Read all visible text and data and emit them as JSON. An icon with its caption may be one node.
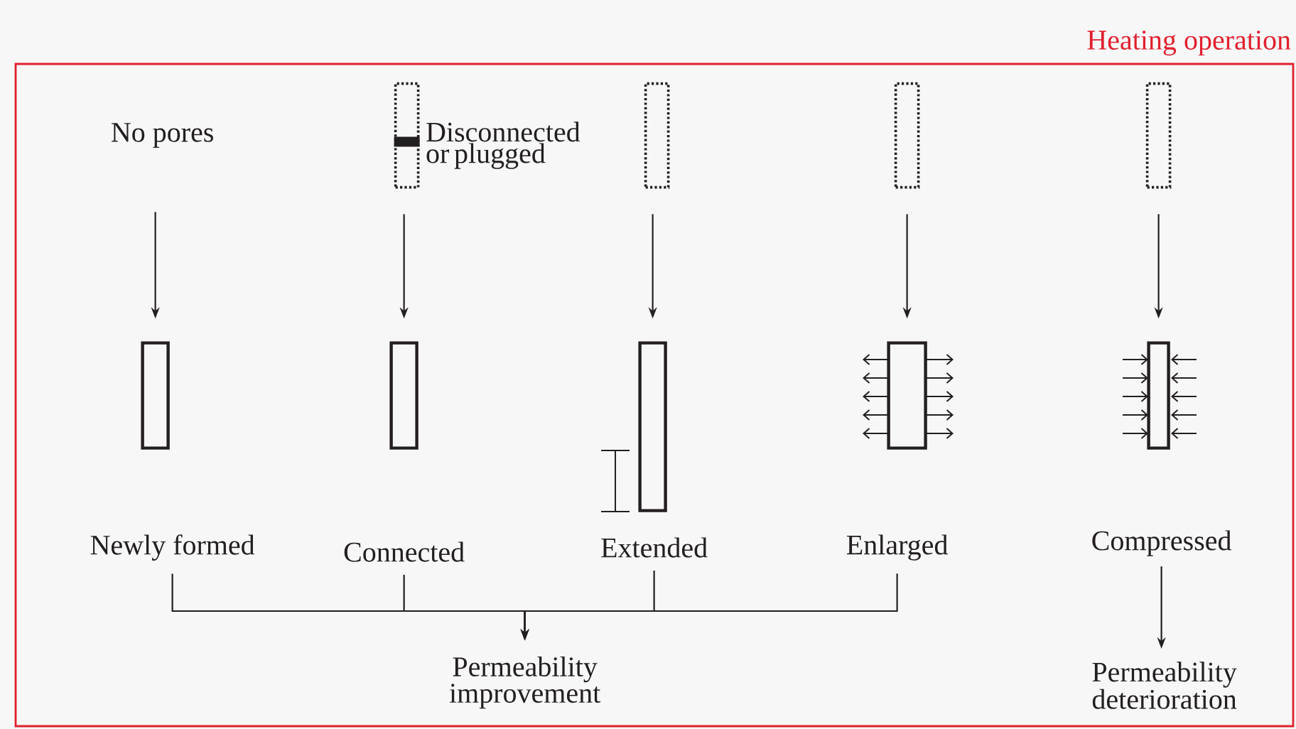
{
  "diagram": {
    "nodes": [
      {
        "text": [
          "Heating operation"
        ]
      },
      {
        "text": [
          "No pores"
        ],
        "in": 0
      },
      {
        "text": [],
        "shape": "box",
        "in": 0,
        "beside": [
          "Disconnected or plugged"
        ]
      },
      {
        "text": [],
        "shape": "box",
        "in": 0
      },
      {
        "text": [],
        "shape": "box",
        "in": 0
      },
      {
        "text": [],
        "shape": "box",
        "in": 0
      },
      {
        "text": [],
        "shape": "box",
        "in": 0
      },
      {
        "text": [],
        "shape": "box",
        "in": 0
      },
      {
        "text": [],
        "shape": "box",
        "in": 0
      },
      {
        "text": [],
        "shape": "box",
        "in": 0
      },
      {
        "text": [],
        "shape": "box",
        "in": 0
      },
      {
        "text": [
          "Newly formed"
        ],
        "in": 0
      },
      {
        "text": [
          "Connected"
        ],
        "in": 0
      },
      {
        "text": [
          "Extended"
        ],
        "in": 0
      },
      {
        "text": [
          "Enlarged"
        ],
        "in": 0
      },
      {
        "text": [
          "Compressed"
        ],
        "in": 0
      },
      {
        "text": [
          "Permeability improvement"
        ],
        "in": 0
      },
      {
        "text": [
          "Permeability deterioration"
        ],
        "in": 0
      }
    ],
    "edges": [
      {
        "from": 1,
        "to": 6,
        "arrow": "to"
      },
      {
        "from": 2,
        "to": 7,
        "arrow": "to"
      },
      {
        "from": 3,
        "to": 8,
        "arrow": "to"
      },
      {
        "from": 4,
        "to": 9,
        "arrow": "to"
      },
      {
        "from": 5,
        "to": 10,
        "arrow": "to"
      },
      {
        "from": 11,
        "to": 16,
        "arrow": "to"
      },
      {
        "from": 12,
        "to": 16,
        "arrow": "to"
      },
      {
        "from": 13,
        "to": 16,
        "arrow": "to"
      },
      {
        "from": 14,
        "to": 16,
        "arrow": "to"
      },
      {
        "from": 15,
        "to": 17,
        "arrow": "to"
      }
    ]
  }
}
